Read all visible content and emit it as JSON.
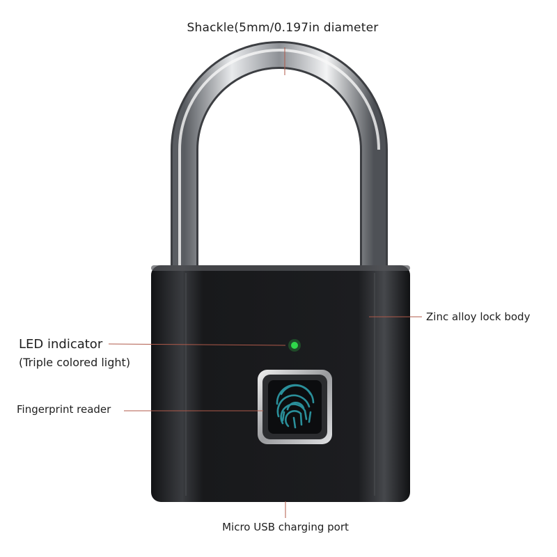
{
  "labels": {
    "shackle": "Shackle(5mm/0.197in diameter",
    "led_title": "LED indicator",
    "led_sub": "(Triple colored light)",
    "fingerprint": "Fingerprint reader",
    "zinc_body": "Zinc alloy lock body",
    "usb_port": "Micro USB charging port"
  },
  "colors": {
    "lock_body": "#1b1c1e",
    "shackle": "#b9bcc0",
    "led": "#2fd84a",
    "fingerprint": "#2a8f9a",
    "callout_line": "#b05a4a"
  },
  "icons": {
    "fingerprint": "fingerprint-icon"
  }
}
